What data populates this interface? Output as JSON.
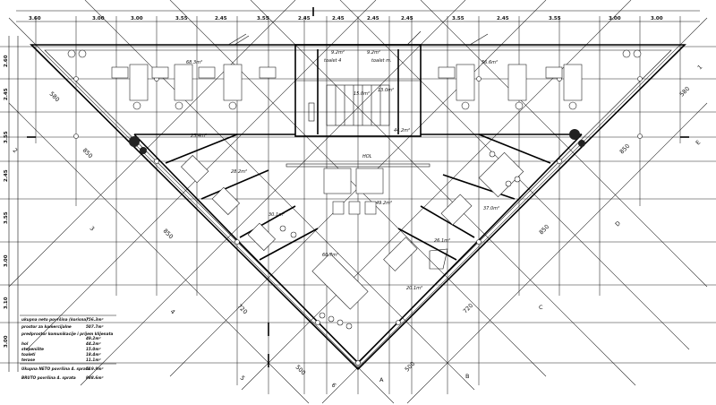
{
  "top_dimensions": [
    "3.60",
    "3.00",
    "3.00",
    "3.55",
    "2.45",
    "3.55",
    "2.45",
    "2.45",
    "2.45",
    "2.45",
    "3.55",
    "2.45",
    "3.55",
    "3.00",
    "3.00"
  ],
  "left_dimensions": [
    "2.60",
    "2.45",
    "3.55",
    "2.45",
    "3.55",
    "3.00",
    "3.10",
    "3.00"
  ],
  "room_labels": {
    "office_left": "68.3m²",
    "office_right": "56.6m²",
    "toilet_1": "toalet 4",
    "toilet_2": "toalet m.",
    "wc_area_1": "9.2m²",
    "wc_area_2": "9.2m²",
    "stair": "13.0m²",
    "lift": "15.0m²",
    "hall": "44.2m²",
    "hol": "HOL",
    "lobby": "49.2m²",
    "corner_left": "25.4m²",
    "r1": "28.2m²",
    "r2": "30.1m²",
    "r3": "60.7m²",
    "r4": "37.0m²",
    "r5": "26.1m²",
    "r6": "20.1m²"
  },
  "diagonal_dims": [
    "580",
    "850",
    "850",
    "720",
    "500",
    "500",
    "720",
    "850",
    "850",
    "580"
  ],
  "axis_letters": [
    "A",
    "B",
    "C",
    "D",
    "E",
    "1",
    "2",
    "3",
    "4",
    "5",
    "6"
  ],
  "legend": [
    {
      "label": "ukupna neto površina (korisna)",
      "value": "756.3m²"
    },
    {
      "label": "prostor za komercijalne",
      "value": "507.7m²"
    },
    {
      "label": "predprostor komunikacije i prijem klijenata",
      "value": "49.2m²"
    },
    {
      "label": "hol",
      "value": "44.2m²"
    },
    {
      "label": "stepenište",
      "value": "15.0m²"
    },
    {
      "label": "toaleti",
      "value": "18.4m²"
    },
    {
      "label": "terase",
      "value": "11.1m²"
    }
  ],
  "total_net": {
    "label": "Ukupna NETO površina 4. sprata",
    "value": "519.9m²"
  },
  "total_gross": {
    "label": "BRUTO površina 4. sprata",
    "value": "888.6m²"
  }
}
